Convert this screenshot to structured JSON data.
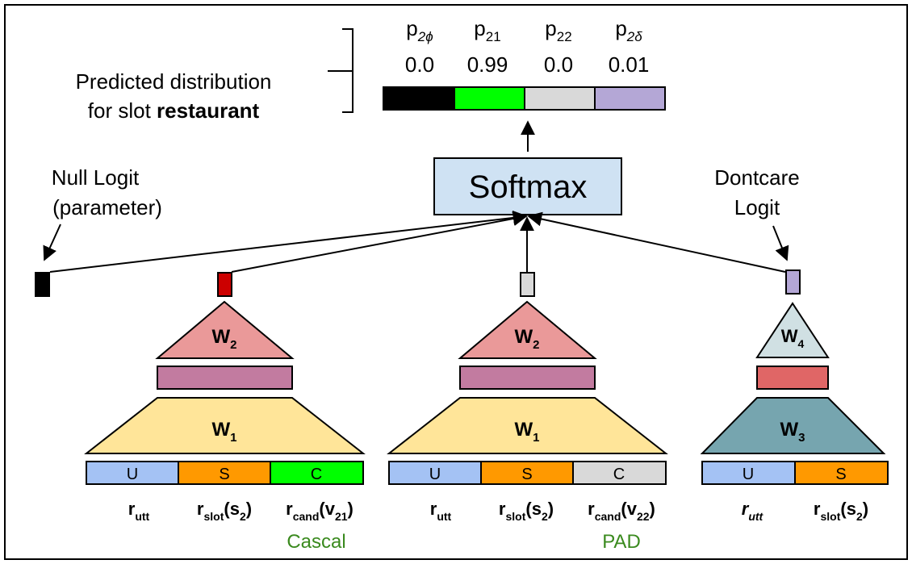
{
  "distribution": {
    "label_line1": "Predicted distribution",
    "label_line2_prefix": "for slot ",
    "label_line2_bold": "restaurant",
    "headers": [
      {
        "base": "p",
        "sub": "2ϕ"
      },
      {
        "base": "p",
        "sub": "21"
      },
      {
        "base": "p",
        "sub": "22"
      },
      {
        "base": "p",
        "sub": "2δ"
      }
    ],
    "values": [
      "0.0",
      "0.99",
      "0.0",
      "0.01"
    ],
    "colors": [
      "#000000",
      "#00ff00",
      "#d9d9d9",
      "#b4a7d6"
    ]
  },
  "softmax": {
    "label": "Softmax",
    "fill": "#cfe2f3"
  },
  "null_logit": {
    "line1": "Null Logit",
    "line2": "(parameter)"
  },
  "dontcare_logit": {
    "line1": "Dontcare",
    "line2": "Logit"
  },
  "branches": {
    "cascal": {
      "logit_color": "#cc0000",
      "w2": {
        "base": "W",
        "sub": "2"
      },
      "w1": {
        "base": "W",
        "sub": "1"
      },
      "inputs": [
        "U",
        "S",
        "C"
      ],
      "input_colors": [
        "#a4c2f4",
        "#ff9900",
        "#00ff00"
      ],
      "reps": [
        {
          "base": "r",
          "sub": "utt",
          "tail": ""
        },
        {
          "base": "r",
          "sub": "slot",
          "tail": "(s",
          "tail_sub": "2",
          "tail_end": ")"
        },
        {
          "base": "r",
          "sub": "cand",
          "tail": "(v",
          "tail_sub": "21",
          "tail_end": ")"
        }
      ],
      "caption": "Cascal"
    },
    "pad": {
      "logit_color": "#d9d9d9",
      "w2": {
        "base": "W",
        "sub": "2"
      },
      "w1": {
        "base": "W",
        "sub": "1"
      },
      "inputs": [
        "U",
        "S",
        "C"
      ],
      "input_colors": [
        "#a4c2f4",
        "#ff9900",
        "#d9d9d9"
      ],
      "reps": [
        {
          "base": "r",
          "sub": "utt",
          "tail": ""
        },
        {
          "base": "r",
          "sub": "slot",
          "tail": "(s",
          "tail_sub": "2",
          "tail_end": ")"
        },
        {
          "base": "r",
          "sub": "cand",
          "tail": "(v",
          "tail_sub": "22",
          "tail_end": ")"
        }
      ],
      "caption": "PAD"
    },
    "dontcare": {
      "logit_color": "#b4a7d6",
      "w4": {
        "base": "W",
        "sub": "4"
      },
      "w3": {
        "base": "W",
        "sub": "3"
      },
      "inputs": [
        "U",
        "S"
      ],
      "input_colors": [
        "#a4c2f4",
        "#ff9900"
      ],
      "reps": [
        {
          "base": "r",
          "sub": "utt",
          "tail": ""
        },
        {
          "base": "r",
          "sub": "slot",
          "tail": "(s",
          "tail_sub": "2",
          "tail_end": ")"
        }
      ]
    }
  },
  "colors": {
    "w2_triangle": "#ea9999",
    "hidden_bar": "#c27ba0",
    "w1_trapezoid": "#ffe599",
    "w4_triangle": "#d0e0e3",
    "dontcare_bar": "#e06666",
    "w3_trapezoid": "#76a5af"
  }
}
